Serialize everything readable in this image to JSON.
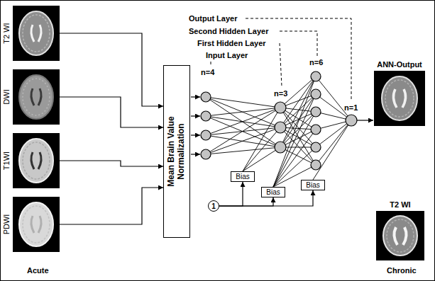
{
  "diagram": {
    "nodes": [
      {
        "text": [
          "T2 WI"
        ]
      },
      {
        "text": [
          "DWI"
        ]
      },
      {
        "text": [
          "T1WI"
        ]
      },
      {
        "text": [
          "PDWI"
        ]
      },
      {
        "text": [
          "Mean Brain Value Normalization"
        ]
      },
      {
        "text": [
          "Bias"
        ]
      },
      {
        "text": [
          "Bias"
        ]
      },
      {
        "text": [
          "Bias"
        ]
      },
      {
        "text": [
          "1"
        ]
      },
      {
        "text": [
          "ANN-Output"
        ]
      },
      {
        "text": [
          "T2 WI"
        ]
      }
    ],
    "edges": [
      {
        "from": 0,
        "to": 4,
        "arrow": "to"
      },
      {
        "from": 1,
        "to": 4,
        "arrow": "to"
      },
      {
        "from": 2,
        "to": 4,
        "arrow": "to"
      },
      {
        "from": 3,
        "to": 4,
        "arrow": "to"
      },
      {
        "from": 8,
        "to": 5,
        "arrow": "to"
      },
      {
        "from": 8,
        "to": 6,
        "arrow": "to"
      },
      {
        "from": 8,
        "to": 7,
        "arrow": "to"
      }
    ],
    "labels": [
      "Output Layer",
      "Second Hidden Layer",
      "First Hidden Layer",
      "Input Layer",
      "n=4",
      "n=3",
      "n=6",
      "n=1",
      "Acute",
      "Chronic"
    ]
  }
}
